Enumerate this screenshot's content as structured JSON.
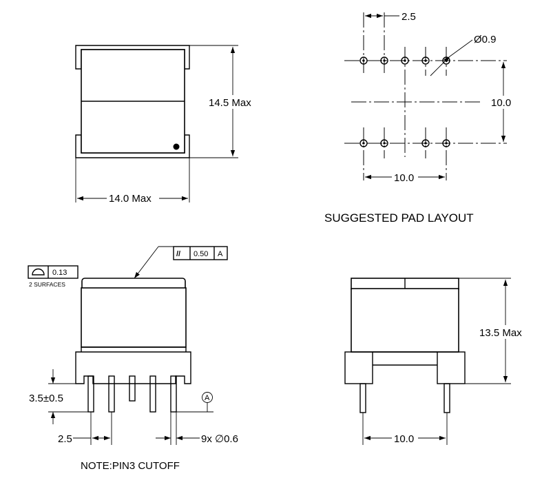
{
  "top_view": {
    "height_label": "14.5 Max",
    "width_label": "14.0 Max"
  },
  "pad_layout": {
    "title": "SUGGESTED PAD LAYOUT",
    "pitch_label": "2.5",
    "hole_label": "Ø0.9",
    "row_spacing_label": "10.0",
    "row_width_label": "10.0"
  },
  "front_view": {
    "parallelism_symbol": "//",
    "parallelism_value": "0.50",
    "parallelism_datum": "A",
    "flatness_value": "0.13",
    "flatness_note": "2 SURFACES",
    "pin_length_label": "3.5±0.5",
    "datum_label": "A",
    "pin_pitch_label": "2.5",
    "pin_dia_label": "9x ∅0.6",
    "note": "NOTE:PIN3 CUTOFF"
  },
  "side_view": {
    "height_label": "13.5 Max",
    "pin_span_label": "10.0"
  }
}
